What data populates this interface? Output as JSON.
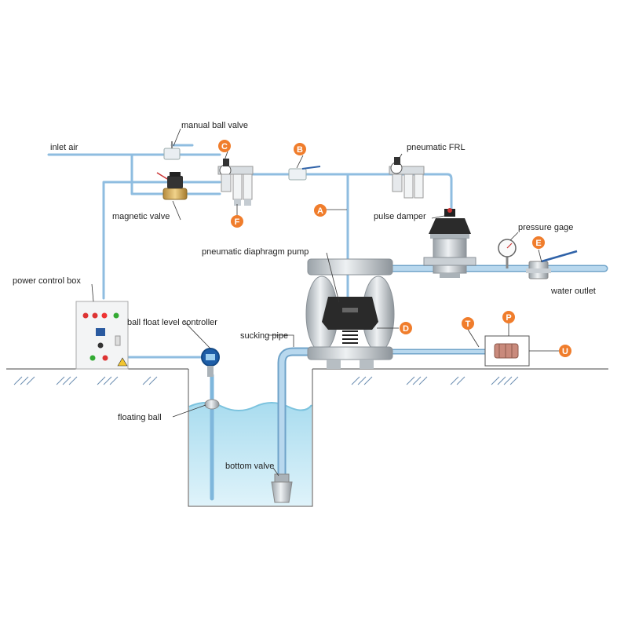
{
  "labels": {
    "manual_ball_valve": "manual ball valve",
    "inlet_air": "inlet air",
    "magnetic_valve": "magnetic valve",
    "pneumatic_frl": "pneumatic FRL",
    "pulse_damper": "pulse damper",
    "pressure_gage": "pressure gage",
    "pneumatic_diaphragm_pump": "pneumatic diaphragm pump",
    "water_outlet": "water outlet",
    "power_control_box": "power control box",
    "ball_float_level_controller": "ball float level controller",
    "sucking_pipe": "sucking pipe",
    "floating_ball": "floating ball",
    "bottom_valve": "bottom valve"
  },
  "markers": {
    "a": "A",
    "b": "B",
    "c": "C",
    "d": "D",
    "e": "E",
    "f": "F",
    "p": "P",
    "t": "T",
    "u": "U"
  },
  "colors": {
    "pipe": "#9ec7e6",
    "pipe_edge": "#6fa3c9",
    "marker": "#f07d2c",
    "water": "#bfe6f3",
    "ground": "#444444"
  }
}
